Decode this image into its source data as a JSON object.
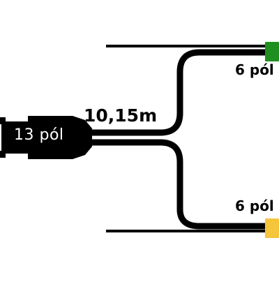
{
  "diagram": {
    "cable_length_label": "10,15m",
    "main_connector_label": "13 pól",
    "branches": [
      {
        "label": "6 pól",
        "connector_color": "#1f8f1f"
      },
      {
        "label": "6 pól",
        "connector_color": "#f5c53a"
      }
    ],
    "cable_color": "#000000",
    "background_color": "#ffffff"
  }
}
